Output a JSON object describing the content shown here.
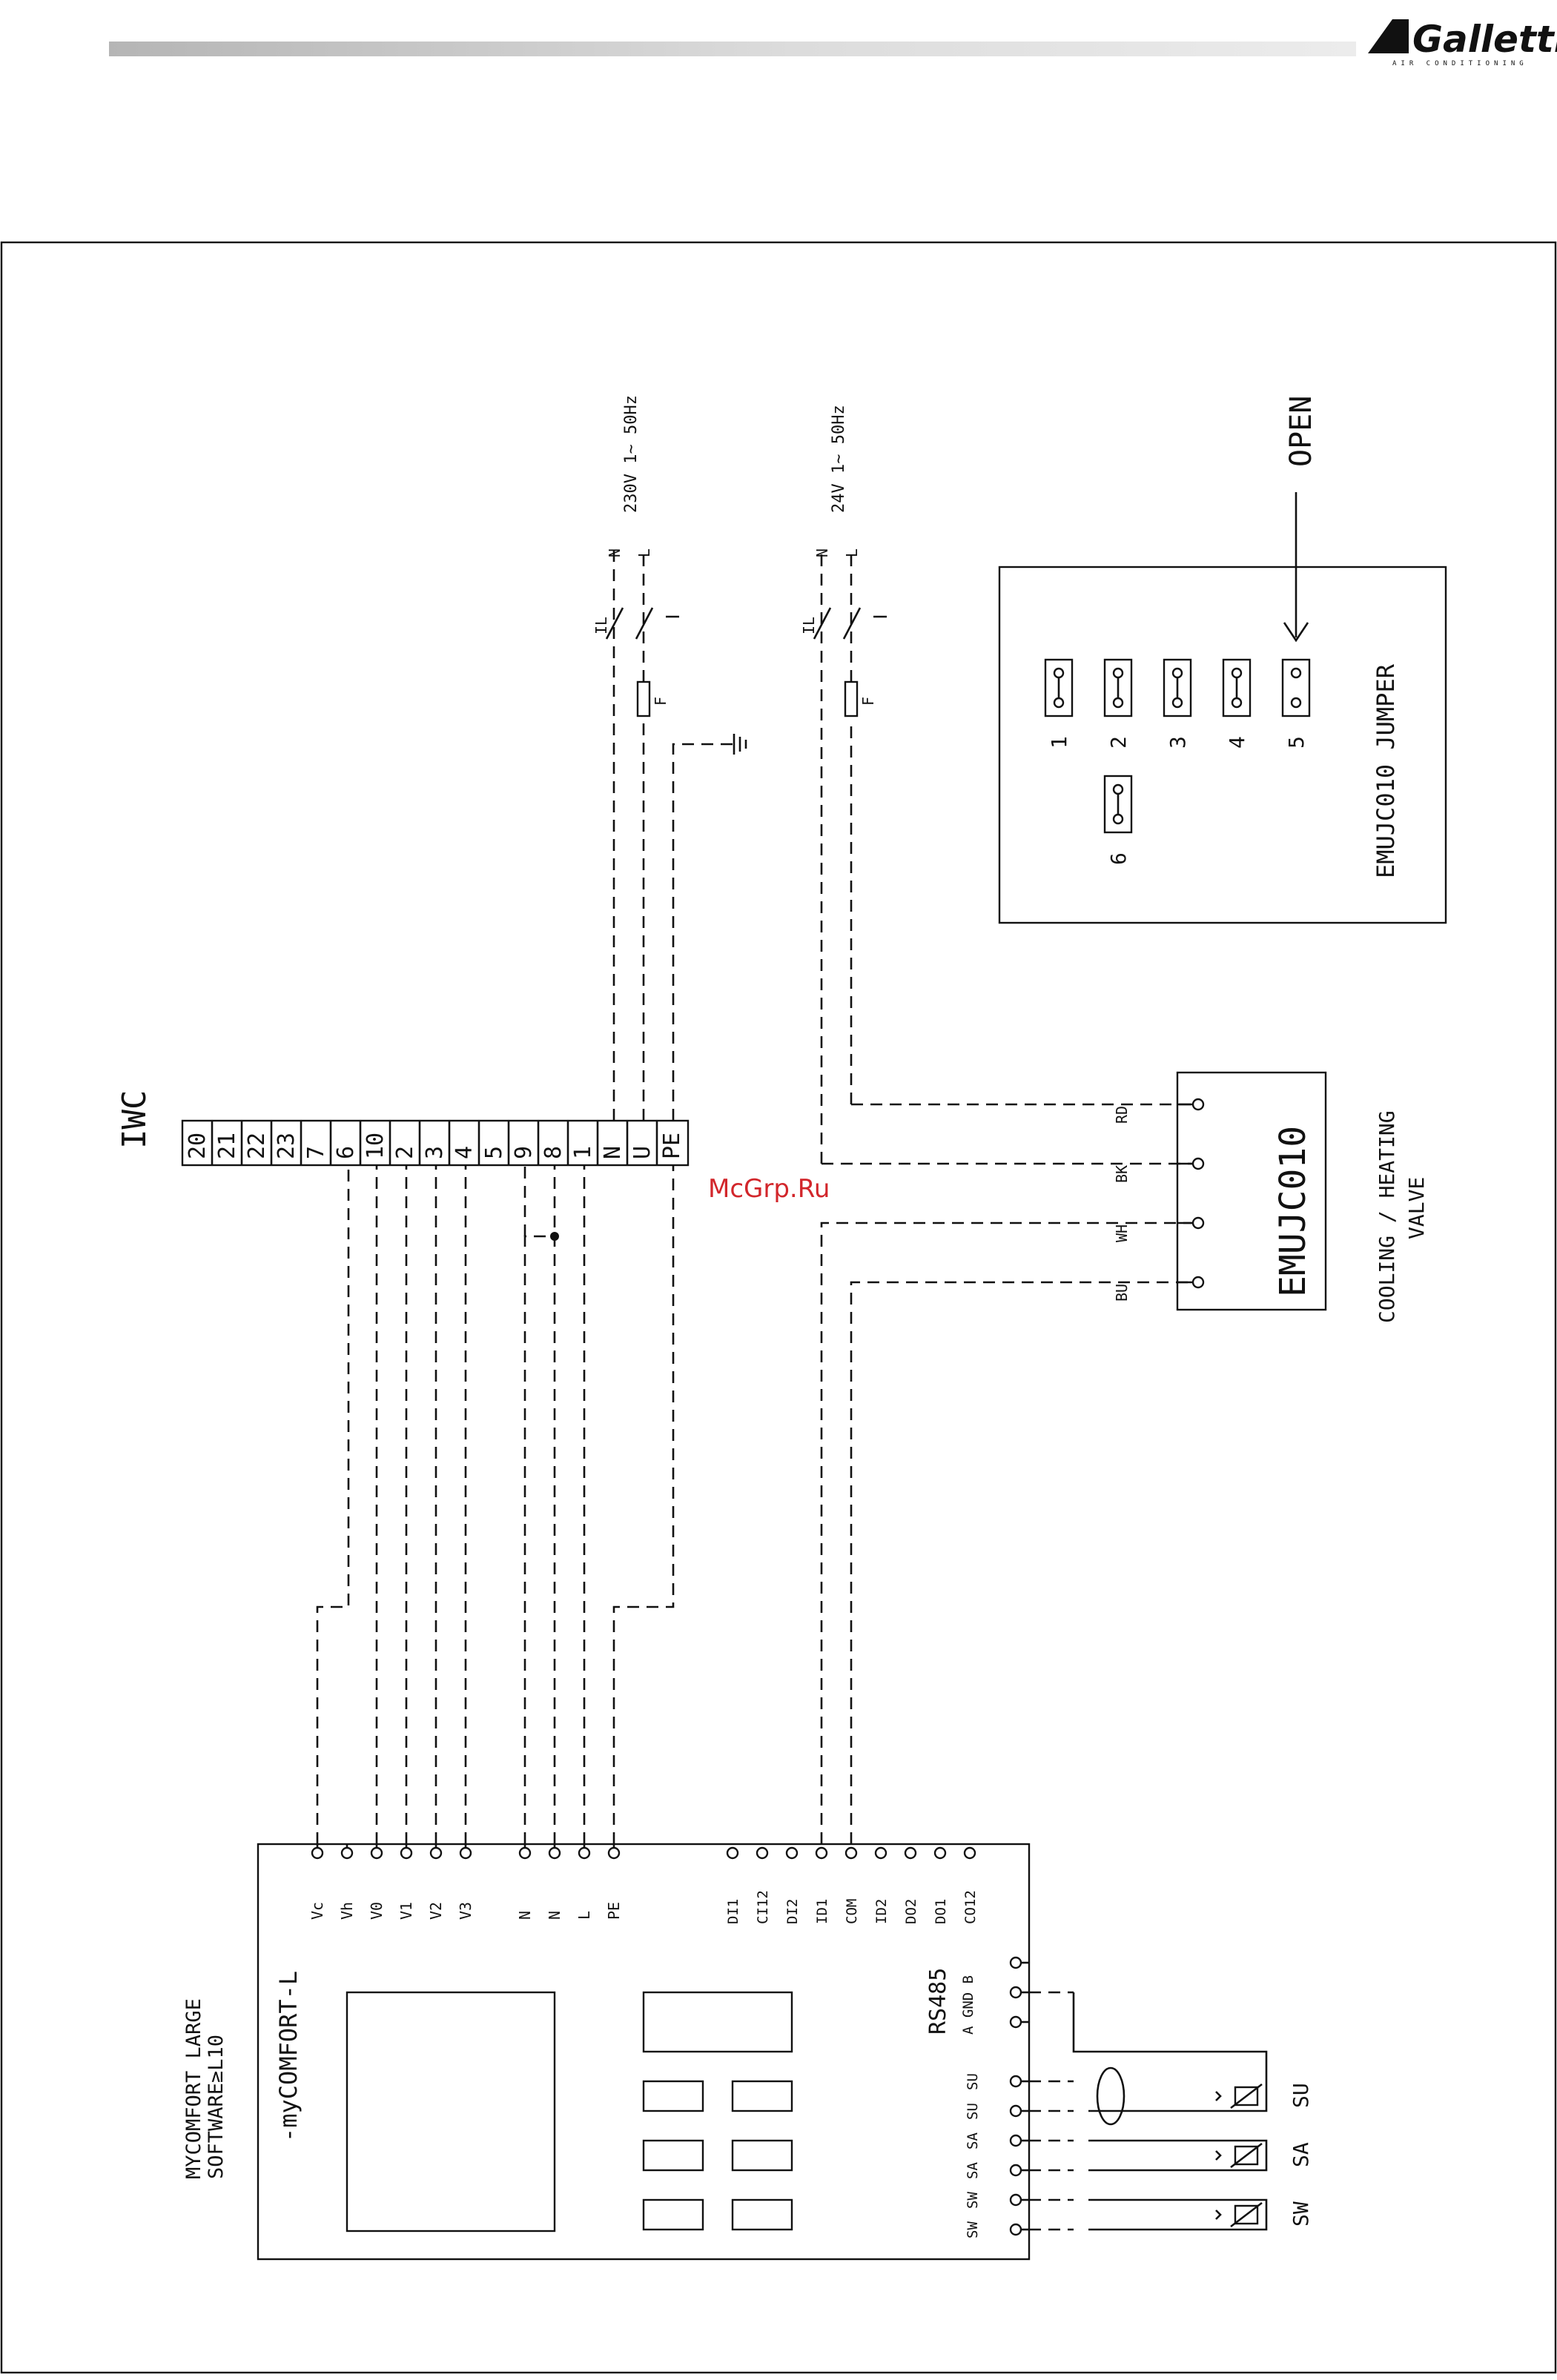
{
  "header": {
    "logo": "Galletti",
    "logo_sub": "AIR CONDITIONING",
    "accent_colors": [
      "#b5b5b5",
      "#ececec"
    ]
  },
  "watermark": "McGrp.Ru",
  "controller": {
    "title_line1": "MYCOMFORT LARGE",
    "title_line2": "SOFTWARE≥L10",
    "name": "-myCOMFORT-L",
    "power_terms": [
      "Vc",
      "Vh",
      "V0",
      "V1",
      "V2",
      "V3",
      "N",
      "N",
      "L",
      "PE"
    ],
    "io_terms": [
      "DI1",
      "CI12",
      "DI2",
      "ID1",
      "COM",
      "ID2",
      "DO2",
      "DO1",
      "CO12"
    ],
    "bus_label": "RS485",
    "bus_terms": "A GND B",
    "sensor_terms": [
      "SW",
      "SW",
      "SA",
      "SA",
      "SU",
      "SU"
    ]
  },
  "terminal_block": {
    "label": "IWC",
    "terminals": [
      "20",
      "21",
      "22",
      "23",
      "7",
      "6",
      "10",
      "2",
      "3",
      "4",
      "5",
      "9",
      "8",
      "1",
      "N",
      "U",
      "PE"
    ]
  },
  "supply_230": {
    "wires": [
      "N",
      "L"
    ],
    "switch": "IL",
    "fuse": "F",
    "text": "230V   1∼   50Hz"
  },
  "supply_24": {
    "wires": [
      "N",
      "L"
    ],
    "switch": "IL",
    "fuse": "F",
    "text": "24V   1∼   50Hz"
  },
  "valve": {
    "name": "EMUJC010",
    "label_line1": "COOLING / HEATING",
    "label_line2": "VALVE",
    "wires": [
      "RD",
      "BK",
      "WH",
      "BU"
    ]
  },
  "jumper": {
    "title": "EMUJC010 JUMPER",
    "positions": [
      "1",
      "2",
      "3",
      "4",
      "5",
      "6"
    ],
    "open_label": "OPEN"
  },
  "sensors": [
    "SW",
    "SA",
    "SU"
  ]
}
